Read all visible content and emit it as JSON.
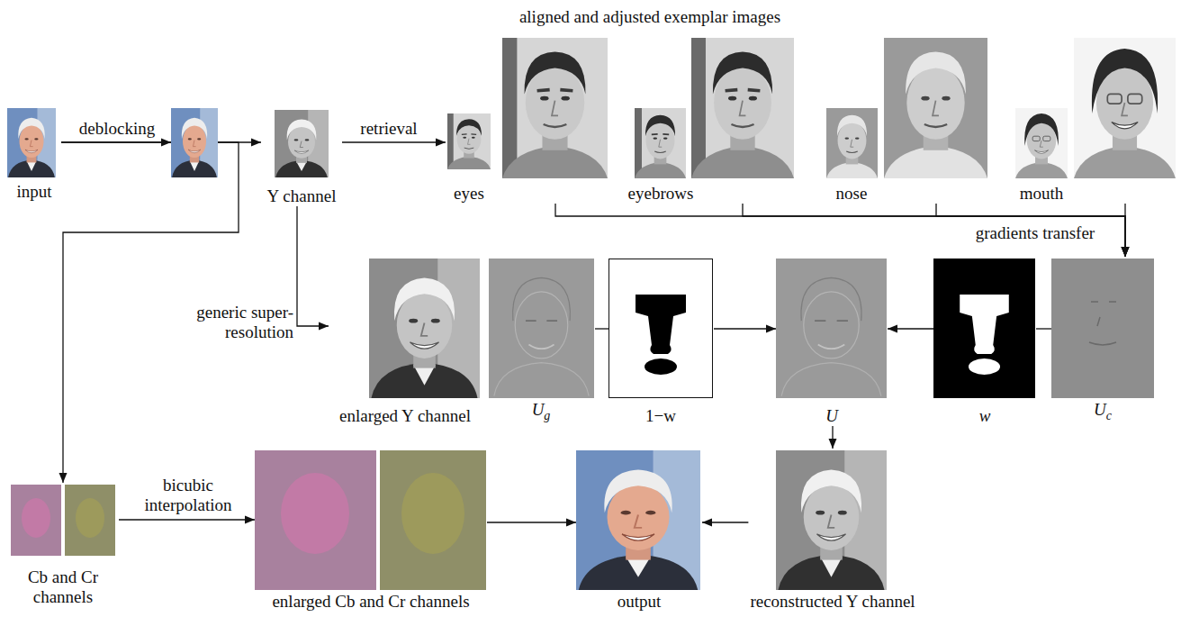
{
  "diagram": {
    "nodes": [
      {
        "text": [
          "input"
        ]
      },
      {
        "text": [
          "Y channel"
        ]
      },
      {
        "text": [
          "eyes"
        ]
      },
      {
        "text": [
          "eyebrows"
        ]
      },
      {
        "text": [
          "nose"
        ]
      },
      {
        "text": [
          "mouth"
        ]
      },
      {
        "text": [
          "enlarged Y channel"
        ]
      },
      {
        "text": [
          "U",
          "g"
        ]
      },
      {
        "text": [
          "1−w"
        ]
      },
      {
        "text": [
          "U"
        ]
      },
      {
        "text": [
          "w"
        ]
      },
      {
        "text": [
          "U",
          "c"
        ]
      },
      {
        "text": [
          "Cb and Cr channels"
        ]
      },
      {
        "text": [
          "enlarged Cb and Cr channels"
        ]
      },
      {
        "text": [
          "output"
        ]
      },
      {
        "text": [
          "reconstructed Y channel"
        ]
      }
    ],
    "edges": [
      {
        "from": 0,
        "to": 1,
        "label": "deblocking",
        "arrow": "to"
      },
      {
        "from": 0,
        "to": 12,
        "arrow": "to"
      },
      {
        "from": 1,
        "to": 2,
        "label": "retrieval",
        "arrow": "to"
      },
      {
        "from": 1,
        "to": 6,
        "label": "generic super-resolution",
        "arrow": "to"
      },
      {
        "from": 2,
        "to": 11,
        "arrow": "to"
      },
      {
        "from": 3,
        "to": 11,
        "arrow": "to"
      },
      {
        "from": 4,
        "to": 11,
        "arrow": "to"
      },
      {
        "from": 5,
        "to": 11,
        "label": "gradients transfer",
        "arrow": "to"
      },
      {
        "from": 7,
        "to": 8,
        "arrow": "none"
      },
      {
        "from": 8,
        "to": 9,
        "arrow": "to"
      },
      {
        "from": 11,
        "to": 10,
        "arrow": "none"
      },
      {
        "from": 10,
        "to": 9,
        "arrow": "to"
      },
      {
        "from": 9,
        "to": 15,
        "arrow": "to"
      },
      {
        "from": 12,
        "to": 13,
        "label": "bicubic interpolation",
        "arrow": "to"
      },
      {
        "from": 13,
        "to": 14,
        "arrow": "to"
      },
      {
        "from": 15,
        "to": 14,
        "arrow": "to"
      }
    ],
    "labels": [
      "aligned and adjusted exemplar images"
    ]
  }
}
